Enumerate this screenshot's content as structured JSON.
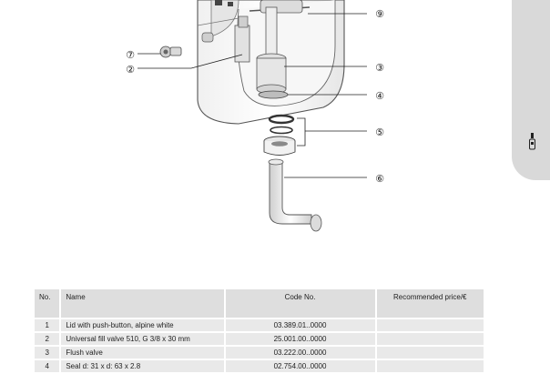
{
  "diagram": {
    "callouts": [
      "⑨",
      "⑦",
      "②",
      "③",
      "④",
      "⑤",
      "⑥"
    ]
  },
  "parts_table": {
    "headers": {
      "no": "No.",
      "name": "Name",
      "code": "Code No.",
      "price": "Recommended price/€"
    },
    "rows": [
      {
        "no": "1",
        "name": "Lid with push-button, alpine white",
        "code": "03.389.01..0000",
        "price": ""
      },
      {
        "no": "2",
        "name": "Universal fill valve 510, G 3/8 x 30 mm",
        "code": "25.001.00..0000",
        "price": ""
      },
      {
        "no": "3",
        "name": "Flush valve",
        "code": "03.222.00..0000",
        "price": ""
      },
      {
        "no": "4",
        "name": "Seal d: 31 x d: 63 x 2.8",
        "code": "02.754.00..0000",
        "price": ""
      }
    ]
  },
  "colors": {
    "side_tab": "#d9d9d9",
    "table_header": "#dedede",
    "table_cell": "#e9e9e9"
  },
  "icons": {
    "side_tab": "cistern-icon"
  }
}
